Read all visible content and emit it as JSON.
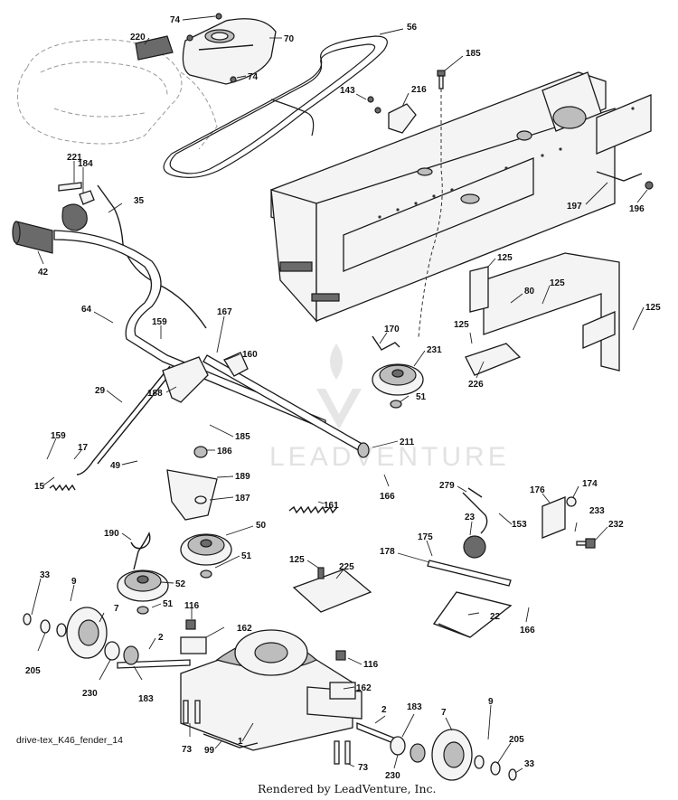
{
  "diagram": {
    "caption": "drive-tex_K46_fender_14",
    "credit": "Rendered by LeadVenture, Inc.",
    "watermark": "LEADVENTURE",
    "callouts": [
      {
        "id": "c74a",
        "label": "74"
      },
      {
        "id": "c220",
        "label": "220"
      },
      {
        "id": "c70",
        "label": "70"
      },
      {
        "id": "c74b",
        "label": "74"
      },
      {
        "id": "c56",
        "label": "56"
      },
      {
        "id": "c185a",
        "label": "185"
      },
      {
        "id": "c143",
        "label": "143"
      },
      {
        "id": "c216",
        "label": "216"
      },
      {
        "id": "c221",
        "label": "221"
      },
      {
        "id": "c184",
        "label": "184"
      },
      {
        "id": "c35",
        "label": "35"
      },
      {
        "id": "c197",
        "label": "197"
      },
      {
        "id": "c196",
        "label": "196"
      },
      {
        "id": "c42",
        "label": "42"
      },
      {
        "id": "c125a",
        "label": "125"
      },
      {
        "id": "c80",
        "label": "80"
      },
      {
        "id": "c125b",
        "label": "125"
      },
      {
        "id": "c125c",
        "label": "125"
      },
      {
        "id": "c64",
        "label": "64"
      },
      {
        "id": "c167",
        "label": "167"
      },
      {
        "id": "c159a",
        "label": "159"
      },
      {
        "id": "c125d",
        "label": "125"
      },
      {
        "id": "c170",
        "label": "170"
      },
      {
        "id": "c160",
        "label": "160"
      },
      {
        "id": "c231",
        "label": "231"
      },
      {
        "id": "c226",
        "label": "226"
      },
      {
        "id": "c29",
        "label": "29"
      },
      {
        "id": "c51a",
        "label": "51"
      },
      {
        "id": "c188",
        "label": "188"
      },
      {
        "id": "c185b",
        "label": "185"
      },
      {
        "id": "c159b",
        "label": "159"
      },
      {
        "id": "c186",
        "label": "186"
      },
      {
        "id": "c211",
        "label": "211"
      },
      {
        "id": "c17",
        "label": "17"
      },
      {
        "id": "c49",
        "label": "49"
      },
      {
        "id": "c189",
        "label": "189"
      },
      {
        "id": "c15",
        "label": "15"
      },
      {
        "id": "c166a",
        "label": "166"
      },
      {
        "id": "c279",
        "label": "279"
      },
      {
        "id": "c176",
        "label": "176"
      },
      {
        "id": "c174",
        "label": "174"
      },
      {
        "id": "c187",
        "label": "187"
      },
      {
        "id": "c161",
        "label": "161"
      },
      {
        "id": "c153",
        "label": "153"
      },
      {
        "id": "c23",
        "label": "23"
      },
      {
        "id": "c233",
        "label": "233"
      },
      {
        "id": "c232",
        "label": "232"
      },
      {
        "id": "c190",
        "label": "190"
      },
      {
        "id": "c50",
        "label": "50"
      },
      {
        "id": "c175",
        "label": "175"
      },
      {
        "id": "c51b",
        "label": "51"
      },
      {
        "id": "c178",
        "label": "178"
      },
      {
        "id": "c125e",
        "label": "125"
      },
      {
        "id": "c225",
        "label": "225"
      },
      {
        "id": "c33a",
        "label": "33"
      },
      {
        "id": "c9a",
        "label": "9"
      },
      {
        "id": "c52",
        "label": "52"
      },
      {
        "id": "c51c",
        "label": "51"
      },
      {
        "id": "c7a",
        "label": "7"
      },
      {
        "id": "c116a",
        "label": "116"
      },
      {
        "id": "c22",
        "label": "22"
      },
      {
        "id": "c166b",
        "label": "166"
      },
      {
        "id": "c162a",
        "label": "162"
      },
      {
        "id": "c2a",
        "label": "2"
      },
      {
        "id": "c205a",
        "label": "205"
      },
      {
        "id": "c116b",
        "label": "116"
      },
      {
        "id": "c230a",
        "label": "230"
      },
      {
        "id": "c183a",
        "label": "183"
      },
      {
        "id": "c162b",
        "label": "162"
      },
      {
        "id": "c2b",
        "label": "2"
      },
      {
        "id": "c183b",
        "label": "183"
      },
      {
        "id": "c7b",
        "label": "7"
      },
      {
        "id": "c9b",
        "label": "9"
      },
      {
        "id": "c73a",
        "label": "73"
      },
      {
        "id": "c99",
        "label": "99"
      },
      {
        "id": "c1",
        "label": "1"
      },
      {
        "id": "c205b",
        "label": "205"
      },
      {
        "id": "c73b",
        "label": "73"
      },
      {
        "id": "c230b",
        "label": "230"
      },
      {
        "id": "c33b",
        "label": "33"
      }
    ]
  }
}
